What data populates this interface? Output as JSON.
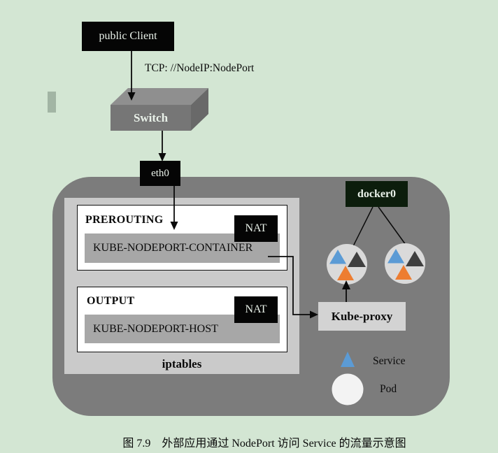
{
  "figure": {
    "caption": "图 7.9　外部应用通过 NodePort 访问 Service 的流量示意图"
  },
  "labels": {
    "client": "public Client",
    "protocol": "TCP: //NodeIP:NodePort",
    "switch": "Switch",
    "eth0": "eth0",
    "docker0": "docker0",
    "kube_proxy": "Kube-proxy",
    "iptables": "iptables",
    "prerouting_chain": "PREROUTING",
    "prerouting_nat": "NAT",
    "prerouting_target": "KUBE-NODEPORT-CONTAINER",
    "output_chain": "OUTPUT",
    "output_nat": "NAT",
    "output_target": "KUBE-NODEPORT-HOST"
  },
  "legend": {
    "service": "Service",
    "pod": "Pod"
  },
  "icons": {
    "service_icon": "triangle",
    "pod_icon": "circle",
    "arrow_icon": "solid-black-arrow"
  },
  "colors": {
    "background": "#d3e6d3",
    "node_fill": "#7c7c7c",
    "iptables_fill": "#cacaca",
    "bar_fill": "#a7a7a7",
    "black_box": "#050505",
    "docker0_fill": "#0c1d0c",
    "kube_proxy_fill": "#d3d3d3",
    "pod_fill": "#dadada",
    "legend_pod_fill": "#f3f3f3",
    "service_blue": "#5b9bd5",
    "pod_orange": "#ed7d31",
    "pod_dark": "#3f3f3f",
    "switch_top": "#8f8f8f",
    "switch_front": "#767676",
    "switch_side": "#696969"
  }
}
